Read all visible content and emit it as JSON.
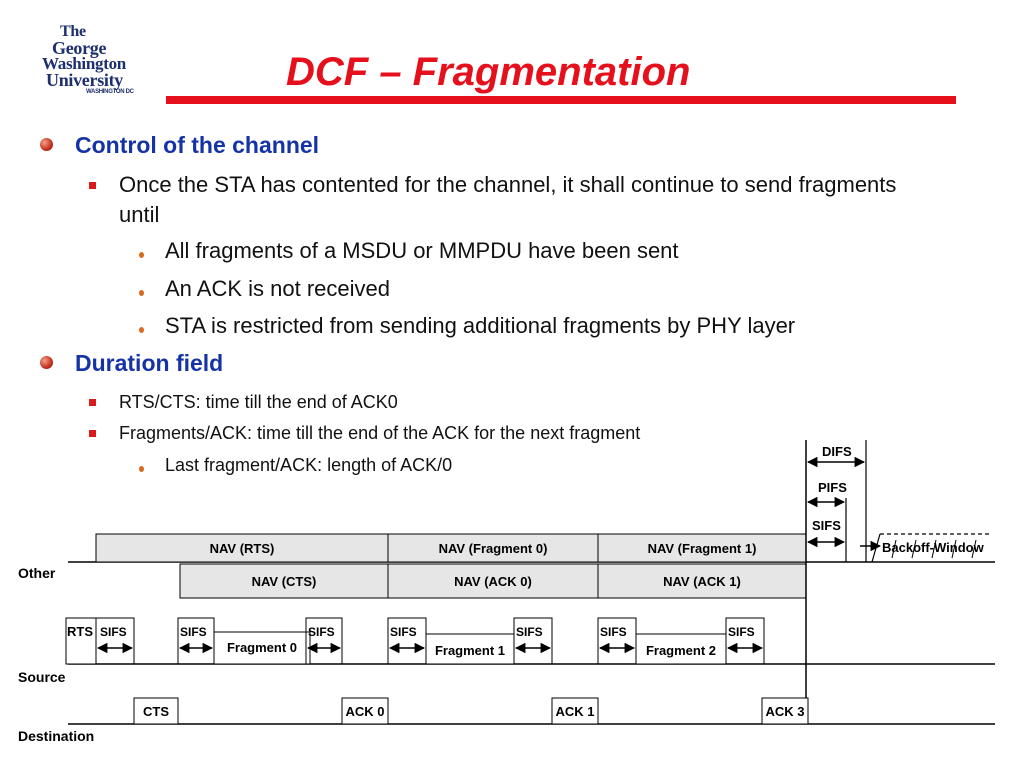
{
  "logo": {
    "lines": [
      "The",
      "George",
      "Washington",
      "University"
    ],
    "sub": "WASHINGTON DC"
  },
  "title": "DCF – Fragmentation",
  "bullets": [
    {
      "text": "Control of the channel",
      "children": [
        {
          "text": "Once the STA has contented for the channel, it shall continue to send fragments until",
          "children": [
            "All fragments of a MSDU or MMPDU have been sent",
            "An ACK is not received",
            "STA is restricted from sending additional fragments by PHY layer"
          ]
        }
      ]
    },
    {
      "text": "Duration field",
      "children": [
        {
          "text": "RTS/CTS: time till the end of ACK0"
        },
        {
          "text": "Fragments/ACK: time till the end of the ACK for the next fragment",
          "children": [
            "Last fragment/ACK: length of ACK/0"
          ]
        }
      ]
    }
  ],
  "diagram": {
    "row_labels": {
      "other": "Other",
      "source": "Source",
      "destination": "Destination"
    },
    "nav_top": [
      "NAV (RTS)",
      "NAV (Fragment 0)",
      "NAV (Fragment 1)"
    ],
    "nav_bottom": [
      "NAV (CTS)",
      "NAV (ACK 0)",
      "NAV (ACK 1)"
    ],
    "source_frames": [
      "RTS",
      "Fragment 0",
      "Fragment 1",
      "Fragment 2"
    ],
    "destination_frames": [
      "CTS",
      "ACK 0",
      "ACK 1",
      "ACK 3"
    ],
    "sifs": "SIFS",
    "difs": "DIFS",
    "pifs": "PIFS",
    "backoff": "Backoff-Window"
  }
}
